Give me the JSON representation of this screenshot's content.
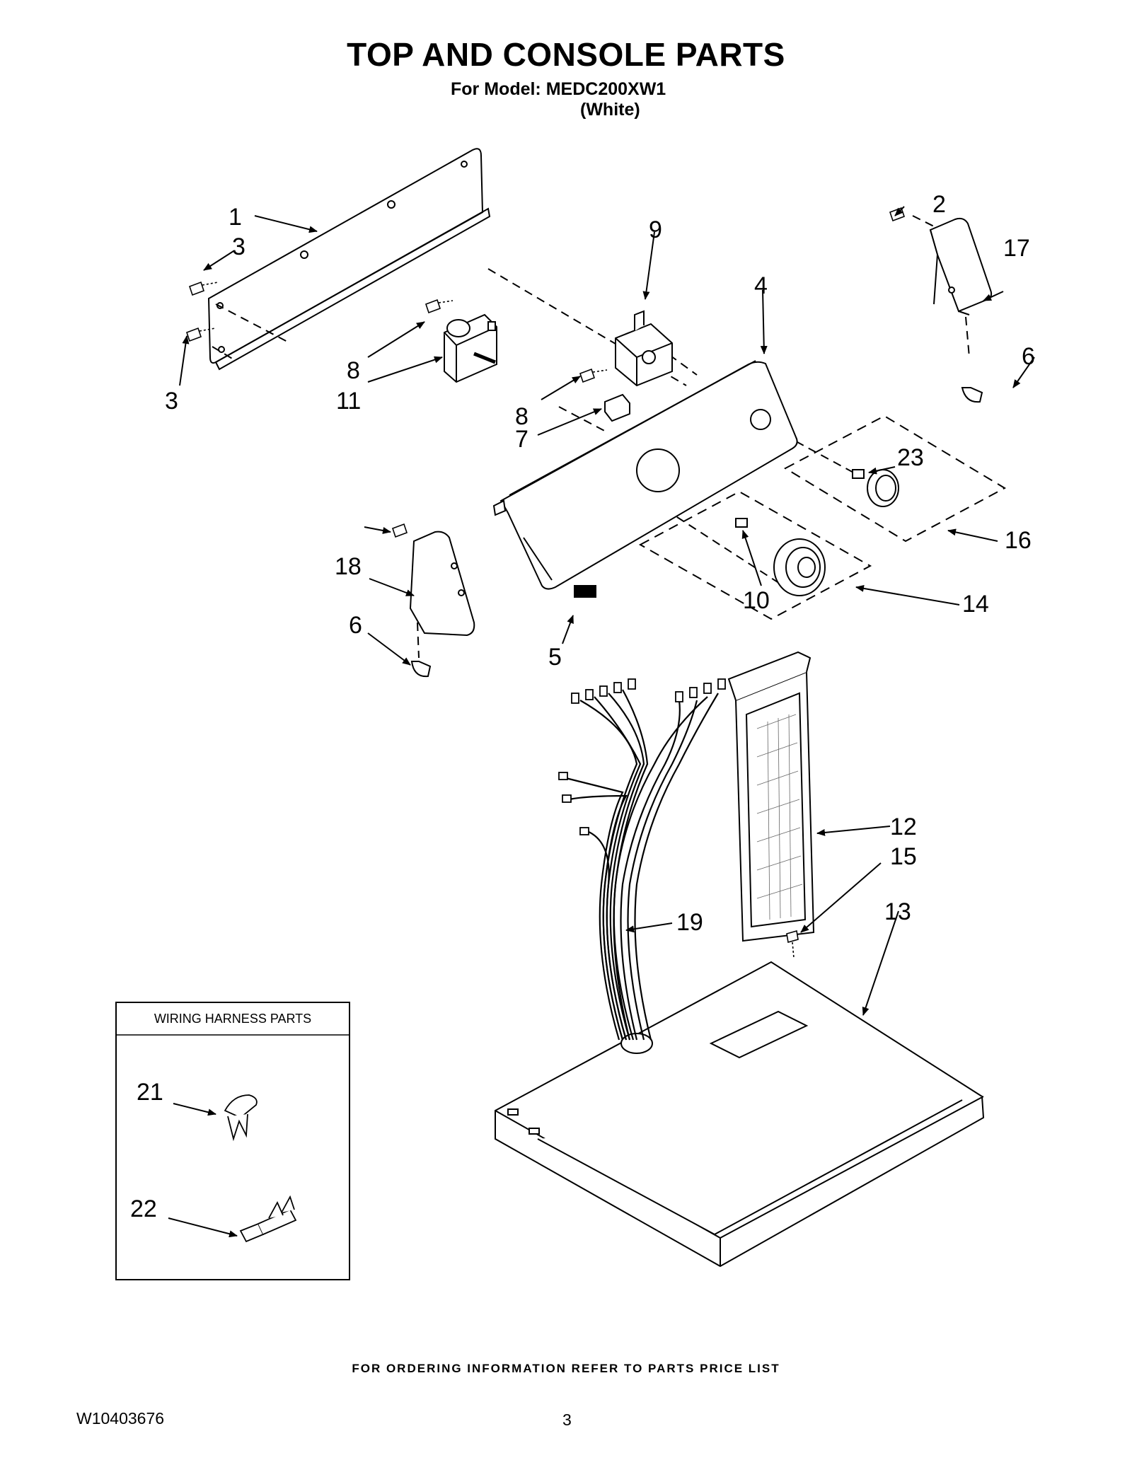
{
  "header": {
    "title": "TOP AND CONSOLE PARTS",
    "model_line": "For Model: MEDC200XW1",
    "color_line": "(White)"
  },
  "callouts": [
    "1",
    "2",
    "3",
    "4",
    "5",
    "6",
    "7",
    "8",
    "9",
    "10",
    "11",
    "12",
    "13",
    "14",
    "15",
    "16",
    "17",
    "18",
    "19",
    "21",
    "22",
    "23"
  ],
  "inset": {
    "title": "WIRING HARNESS PARTS"
  },
  "footer": {
    "ordering_note": "FOR ORDERING INFORMATION REFER TO PARTS PRICE LIST",
    "document_number": "W10403676",
    "page_number": "3"
  }
}
